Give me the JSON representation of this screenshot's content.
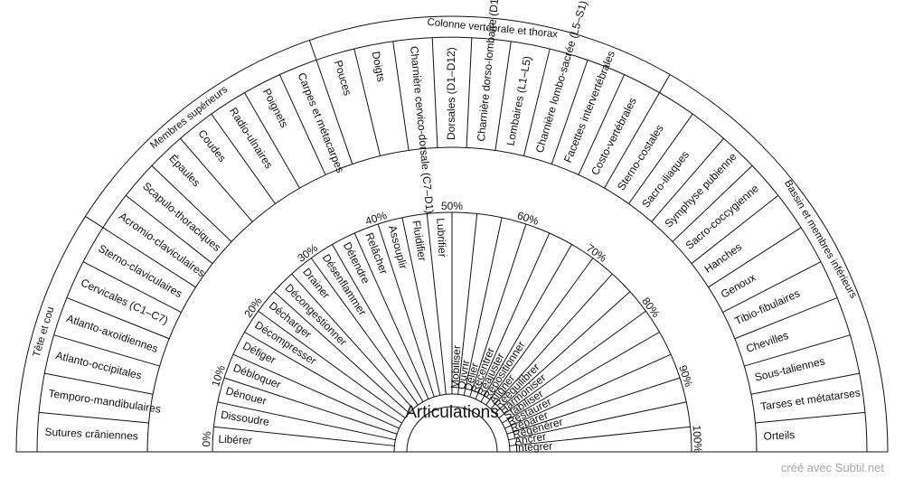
{
  "center_label": "Articulations",
  "groups": [
    {
      "label": "Tête et cou",
      "count": 6
    },
    {
      "label": "Membres supérieurs",
      "count": 7
    },
    {
      "label": "Colonne vertébrale et thorax",
      "count": 9
    },
    {
      "label": "Bassin et membres inférieurs",
      "count": 11
    }
  ],
  "outer_items": [
    "Sutures crâniennes",
    "Temporo-mandibulaires",
    "Atlanto-occipitales",
    "Atlanto-axoïdiennes",
    "Cervicales (C1–C7)",
    "Sterno-claviculaires",
    "Acromio-claviculaires",
    "Scapulo-thoraciques",
    "Épaules",
    "Coudes",
    "Radio-ulnaires",
    "Poignets",
    "Carpes et métacarpes",
    "Pouces",
    "Doigts",
    "Charnière cervico-dorsale (C7–D1)",
    "Dorsales (D1–D12)",
    "Charnière dorso-lombaire (D12–L1)",
    "Lombaires (L1–L5)",
    "Charnière lombo-sacrée (L5–S1)",
    "Facettes intervertébrales",
    "Costo-vertébrales",
    "Sterno-costales",
    "Sacro-iliaques",
    "Symphyse pubienne",
    "Sacro-coccygienne",
    "Hanches",
    "Genoux",
    "Tibio-fibulaires",
    "Chevilles",
    "Sous-taliennes",
    "Tarses et métatarses",
    "Orteils"
  ],
  "inner_items": [
    "Libérer",
    "Dissoudre",
    "Dénouer",
    "Débloquer",
    "Défiger",
    "Décompresser",
    "Décharger",
    "Décongestionner",
    "Drainer",
    "Désenflammer",
    "Détendre",
    "Relâcher",
    "Assouplir",
    "Fluidifier",
    "Lubrifier",
    "Mobiliser",
    "Ouvrir",
    "Délier",
    "Recentrer",
    "Réajuster",
    "Repositionner",
    "Aligner",
    "Rééquilibrer",
    "Harmoniser",
    "Stabiliser",
    "Restaurer",
    "Réparer",
    "Régénérer",
    "Ancrer",
    "Intégrer"
  ],
  "percent_ring": [
    "0%",
    "10%",
    "20%",
    "30%",
    "40%",
    "50%",
    "60%",
    "70%",
    "80%",
    "90%",
    "100%"
  ],
  "credit": "créé avec Subtil.net"
}
